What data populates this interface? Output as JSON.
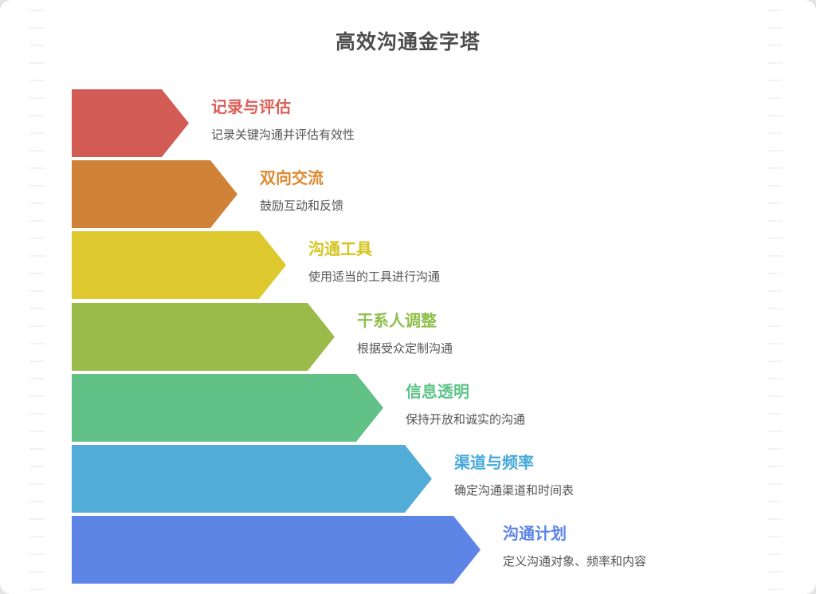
{
  "page": {
    "title": "高效沟通金字塔",
    "title_color": "#4d4d4d",
    "background_color": "#ffffff",
    "dash_pattern_color": "#f3f3f5"
  },
  "pyramid": {
    "levels": [
      {
        "title": "记录与评估",
        "description": "记录关键沟通并评估有效性",
        "fill": "#d25b56",
        "title_color": "#dd5e57",
        "arrow_width": 147
      },
      {
        "title": "双向交流",
        "description": "鼓励互动和反馈",
        "fill": "#d08338",
        "title_color": "#dd8a33",
        "arrow_width": 208
      },
      {
        "title": "沟通工具",
        "description": "使用适当的工具进行沟通",
        "fill": "#ddc92e",
        "title_color": "#d6c41f",
        "arrow_width": 269
      },
      {
        "title": "干系人调整",
        "description": "根据受众定制沟通",
        "fill": "#9aba4a",
        "title_color": "#8fc04c",
        "arrow_width": 330
      },
      {
        "title": "信息透明",
        "description": "保持开放和诚实的沟通",
        "fill": "#62c186",
        "title_color": "#5ec489",
        "arrow_width": 391
      },
      {
        "title": "渠道与频率",
        "description": "确定沟通渠道和时间表",
        "fill": "#52acd8",
        "title_color": "#47a8da",
        "arrow_width": 452
      },
      {
        "title": "沟通计划",
        "description": "定义沟通对象、频率和内容",
        "fill": "#5c85e6",
        "title_color": "#5b84e8",
        "arrow_width": 513
      }
    ]
  }
}
